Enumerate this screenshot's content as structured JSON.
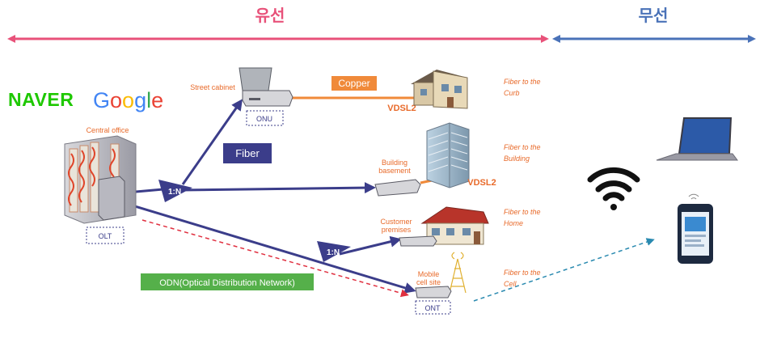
{
  "header": {
    "wired_label": "유선",
    "wireless_label": "무선",
    "wired_color": "#e8527a",
    "wireless_color": "#4a72b8"
  },
  "brands": {
    "naver": "NAVER",
    "google": "Google",
    "naver_color": "#1ec800",
    "google_colors": [
      "#4285f4",
      "#ea4335",
      "#fbbc05",
      "#4285f4",
      "#34a853",
      "#ea4335"
    ]
  },
  "nodes": {
    "central_office": "Central office",
    "olt": "OLT",
    "street_cabinet": "Street cabinet",
    "onu": "ONU",
    "building_basement_1": "Building",
    "building_basement_2": "basement",
    "customer_premises_1": "Customer",
    "customer_premises_2": "premises",
    "mobile_cell_site_1": "Mobile",
    "mobile_cell_site_2": "cell site",
    "ont": "ONT",
    "splitter_top": "1:N",
    "splitter_bottom": "1:N"
  },
  "links": {
    "copper": "Copper",
    "fiber": "Fiber",
    "vdsl2_curb": "VDSL2",
    "vdsl2_building": "VDSL2",
    "odn": "ODN(Optical Distribution Network)"
  },
  "fttx": {
    "curb_1": "Fiber to the",
    "curb_2": "Curb",
    "building_1": "Fiber to the",
    "building_2": "Building",
    "home_1": "Fiber to the",
    "home_2": "Home",
    "cell_1": "Fiber to the",
    "cell_2": "Cell"
  },
  "colors": {
    "fiber_line": "#3b3d8a",
    "copper": "#f08a3a",
    "odn": "#55b04a",
    "node_text": "#e86a2a",
    "box_border": "#3b3d8a"
  }
}
